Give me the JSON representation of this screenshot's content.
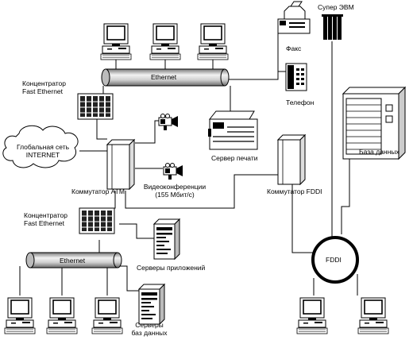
{
  "labels": {
    "supercomputer": "Супер ЭВМ",
    "fax": "Факс",
    "phone": "Телефон",
    "hub_top": [
      "Концентратор",
      "Fast Ethernet"
    ],
    "ethernet_top": "Ethernet",
    "global_net": [
      "Глобальная сеть",
      "INTERNET"
    ],
    "print_server": "Сервер печати",
    "database": "База данных",
    "atm_switch": "Коммутатор АТМ",
    "video": [
      "Видеоконференции",
      "(155 Мбит/с)"
    ],
    "fddi_switch": "Коммутатор FDDI",
    "hub_bottom": [
      "Концентратор",
      "Fast Ethernet"
    ],
    "ethernet_bottom": "Ethernet",
    "fddi": "FDDI",
    "app_servers": "Серверы приложений",
    "db_servers": [
      "Серверы",
      "баз данных"
    ]
  },
  "icons": {
    "workstation": "desktop-computer-icon",
    "hub": "network-hub-icon",
    "switch": "network-switch-icon",
    "server": "server-tower-icon",
    "camera": "video-camera-icon",
    "fax": "fax-machine-icon",
    "phone": "telephone-icon",
    "printer": "printer-icon",
    "cloud": "internet-cloud-icon",
    "supercomputer": "supercomputer-icon",
    "database": "database-storage-icon"
  }
}
